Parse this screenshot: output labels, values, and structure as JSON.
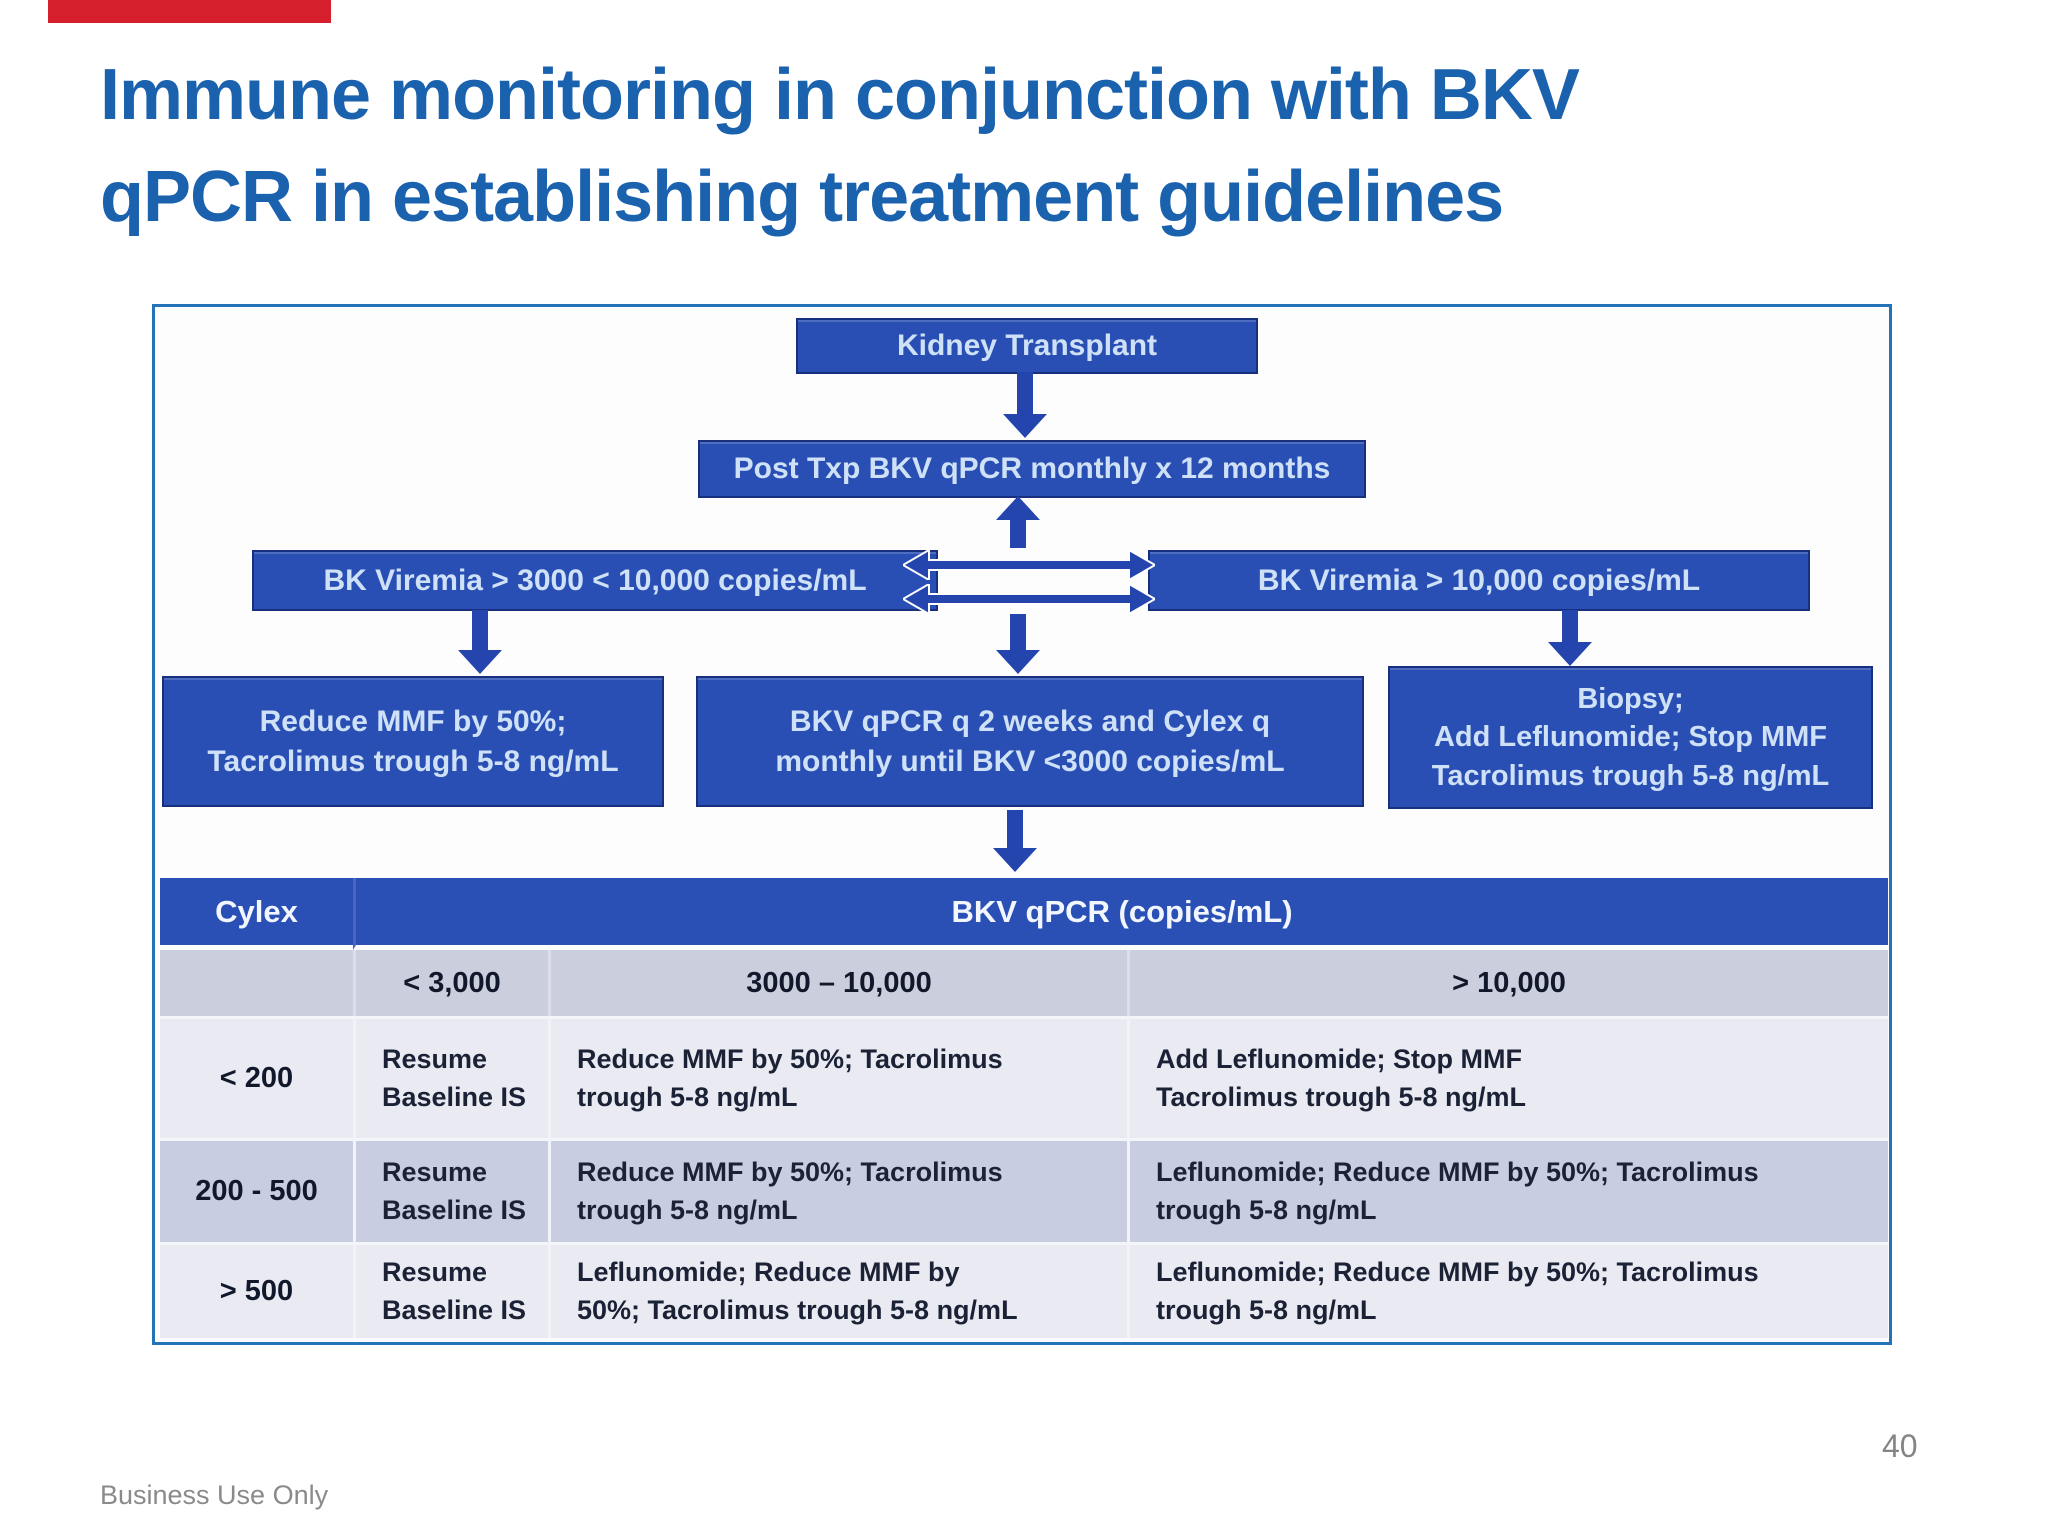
{
  "slide": {
    "title": "Immune monitoring in conjunction with BKV\nqPCR in establishing treatment guidelines",
    "footer": "Business Use Only",
    "page_number": "40"
  },
  "colors": {
    "title_blue": "#1a61ae",
    "box_blue": "#2a4fb4",
    "box_border": "#182f7e",
    "box_text": "#cfe1f7",
    "arrow_blue": "#2545ae",
    "table_header_blue": "#2a50b5",
    "row_light": "#e9eaf2",
    "row_dark": "#c8cde1",
    "accent_red": "#d51f2c",
    "frame_border": "#2273b8",
    "footer_gray": "#8a8a8a"
  },
  "flowchart": {
    "kidney": "Kidney Transplant",
    "post_txp": "Post Txp BKV qPCR monthly x 12 months",
    "bk_mid": "BK Viremia > 3000 < 10,000 copies/mL",
    "bk_high": "BK Viremia > 10,000 copies/mL",
    "reduce": "Reduce MMF by 50%;\nTacrolimus trough 5-8 ng/mL",
    "monitor": "BKV qPCR q 2 weeks and Cylex q\nmonthly until BKV <3000 copies/mL",
    "biopsy": "Biopsy;\nAdd Leflunomide; Stop MMF\nTacrolimus trough 5-8 ng/mL"
  },
  "table": {
    "header": {
      "cylex": "Cylex",
      "bkv": "BKV qPCR (copies/mL)"
    },
    "subheader": [
      "< 3,000",
      "3000 – 10,000",
      "> 10,000"
    ],
    "rows": [
      {
        "label": "< 200",
        "c1": "Resume\nBaseline IS",
        "c2": "Reduce MMF by 50%; Tacrolimus\ntrough 5-8 ng/mL",
        "c3": "Add Leflunomide; Stop MMF\nTacrolimus trough 5-8 ng/mL"
      },
      {
        "label": "200 - 500",
        "c1": "Resume\nBaseline IS",
        "c2": "Reduce MMF by 50%; Tacrolimus\ntrough 5-8 ng/mL",
        "c3": "Leflunomide; Reduce MMF by 50%; Tacrolimus\ntrough 5-8 ng/mL"
      },
      {
        "label": "> 500",
        "c1": "Resume\nBaseline IS",
        "c2": "Leflunomide; Reduce MMF by\n50%; Tacrolimus trough 5-8 ng/mL",
        "c3": "Leflunomide; Reduce MMF by 50%; Tacrolimus\ntrough 5-8 ng/mL"
      }
    ]
  }
}
